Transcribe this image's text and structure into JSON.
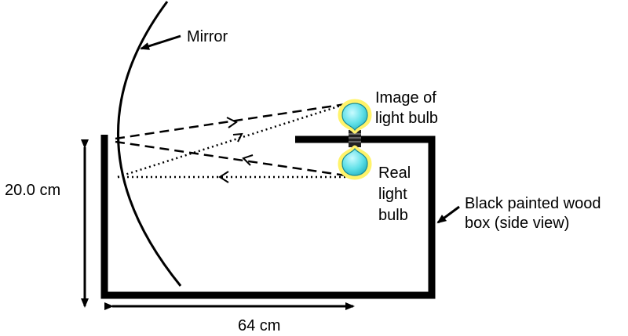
{
  "labels": {
    "mirror": "Mirror",
    "image_line1": "Image of",
    "image_line2": "light bulb",
    "real_line1": "Real",
    "real_line2": "light",
    "real_line3": "bulb",
    "box_line1": "Black painted wood",
    "box_line2": "box (side view)",
    "height": "20.0 cm",
    "width": "64 cm"
  },
  "colors": {
    "ink": "#000000",
    "bulb_glass": "#5fe0e8",
    "bulb_glow": "#fff36a",
    "background": "#ffffff"
  }
}
